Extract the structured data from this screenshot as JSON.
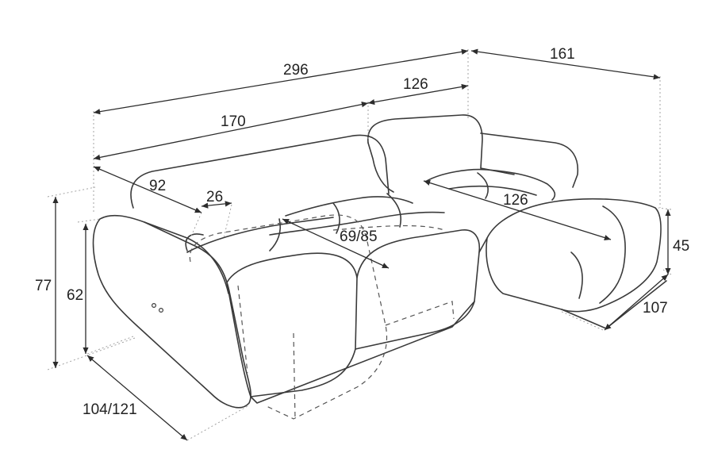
{
  "dimensions": {
    "total_length": "296",
    "corner_depth": "161",
    "chaise_back_length": "126",
    "main_back_length": "170",
    "seat_depth_left": "92",
    "armrest_width": "26",
    "seat_depth_extended": "69/85",
    "chaise_seat_length": "126",
    "total_height": "77",
    "armrest_height": "62",
    "seat_height": "45",
    "chaise_width": "107",
    "sofa_depth": "104/121"
  },
  "colors": {
    "line": "#3a3a3a",
    "background": "#ffffff"
  }
}
